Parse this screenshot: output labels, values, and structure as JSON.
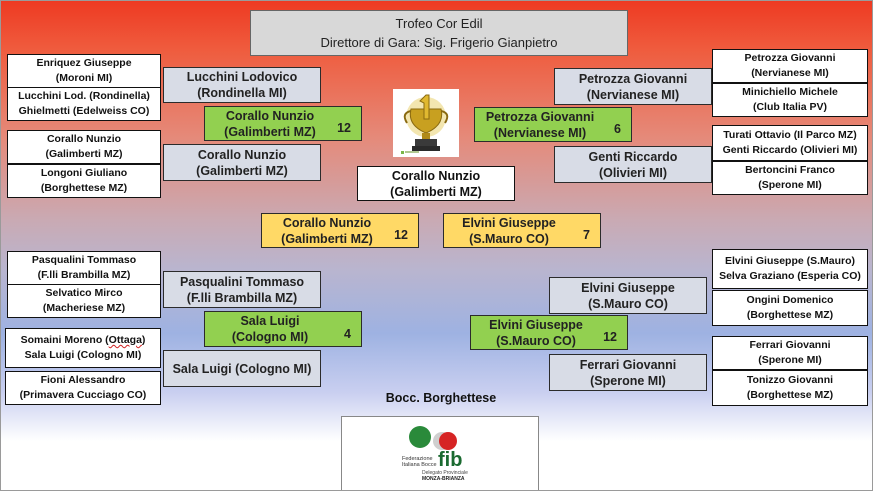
{
  "header": {
    "title": "Trofeo Cor Edil",
    "director": "Direttore di Gara: Sig. Frigerio Gianpietro"
  },
  "left": {
    "r1": [
      {
        "line1": "Enriquez Giuseppe",
        "line2": "(Moroni MI)"
      },
      {
        "line1": "Lucchini Lod. (Rondinella)",
        "line2": "Ghielmetti (Edelweiss CO)"
      },
      {
        "line1": "Corallo Nunzio",
        "line2": "(Galimberti MZ)"
      },
      {
        "line1": "Longoni Giuliano",
        "line2": "(Borghettese MZ)"
      },
      {
        "line1": "Pasqualini Tommaso",
        "line2": "(F.lli Brambilla MZ)"
      },
      {
        "line1": "Selvatico Mirco",
        "line2": "(Macheriese MZ)"
      },
      {
        "line1_a": "Somaini Moreno (",
        "line1_b": "Ottaga",
        "line1_c": ")",
        "line2": "Sala Luigi (Cologno MI)"
      },
      {
        "line1": "Fioni Alessandro",
        "line2": "(Primavera Cucciago CO)"
      }
    ],
    "r2": [
      {
        "line1": "Lucchini Lodovico",
        "line2": "(Rondinella MI)"
      },
      {
        "line1": "Corallo Nunzio",
        "line2": "(Galimberti MZ)"
      },
      {
        "line1": "Pasqualini Tommaso",
        "line2": "(F.lli Brambilla MZ)"
      },
      {
        "line1": "Sala Luigi (Cologno MI)"
      }
    ],
    "r3": [
      {
        "line1": "Corallo Nunzio",
        "line2": "(Galimberti MZ)",
        "score": "12"
      },
      {
        "line1": "Sala Luigi",
        "line2": "(Cologno MI)",
        "score": "4"
      }
    ],
    "semi": {
      "line1": "Corallo Nunzio",
      "line2": "(Galimberti MZ)",
      "score": "12"
    }
  },
  "right": {
    "r1": [
      {
        "line1": "Petrozza Giovanni",
        "line2": "(Nervianese MI)"
      },
      {
        "line1": "Minichiello Michele",
        "line2": "(Club Italia PV)"
      },
      {
        "line1": "Turati Ottavio (Il Parco MZ)",
        "line2": "Genti Riccardo (Olivieri MI)"
      },
      {
        "line1": "Bertoncini Franco",
        "line2": "(Sperone MI)"
      },
      {
        "line1": "Elvini Giuseppe (S.Mauro)",
        "line2": "Selva Graziano (Esperia CO)"
      },
      {
        "line1": "Ongini Domenico",
        "line2": "(Borghettese MZ)"
      },
      {
        "line1": "Ferrari Giovanni",
        "line2": "(Sperone MI)"
      },
      {
        "line1": "Tonizzo Giovanni",
        "line2": "(Borghettese MZ)"
      }
    ],
    "r2": [
      {
        "line1": "Petrozza Giovanni",
        "line2": "(Nervianese MI)"
      },
      {
        "line1": "Genti Riccardo",
        "line2": "(Olivieri MI)"
      },
      {
        "line1": "Elvini Giuseppe",
        "line2": "(S.Mauro CO)"
      },
      {
        "line1": "Ferrari Giovanni",
        "line2": "(Sperone MI)"
      }
    ],
    "r3": [
      {
        "line1": "Petrozza Giovanni",
        "line2": "(Nervianese MI)",
        "score": "6"
      },
      {
        "line1": "Elvini Giuseppe",
        "line2": "(S.Mauro CO)",
        "score": "12"
      }
    ],
    "semi": {
      "line1": "Elvini Giuseppe",
      "line2": "(S.Mauro CO)",
      "score": "7"
    }
  },
  "winner": {
    "line1": "Corallo Nunzio",
    "line2": "(Galimberti MZ)"
  },
  "footer": {
    "club": "Bocc. Borghettese"
  },
  "logo": {
    "brand": "fib",
    "line1": "Federazione",
    "line2": "Italiana Bocce",
    "line3": "Delegato Provinciale",
    "line4": "MONZA-BRIANZA"
  },
  "colors": {
    "green": "#92d050",
    "yellow": "#ffd966",
    "gray": "#d8dce6",
    "trophy_gold": "#c8a020"
  }
}
